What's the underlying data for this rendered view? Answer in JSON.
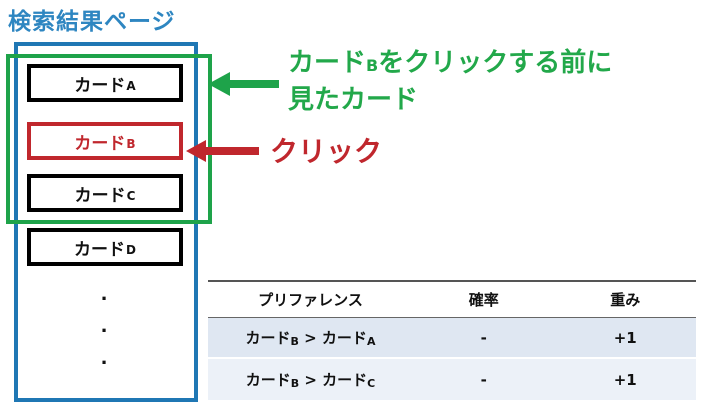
{
  "title": "検索結果ページ",
  "cards": [
    {
      "label": "カード",
      "sub": "A"
    },
    {
      "label": "カード",
      "sub": "B"
    },
    {
      "label": "カード",
      "sub": "C"
    },
    {
      "label": "カード",
      "sub": "D"
    }
  ],
  "dots": [
    ".",
    ".",
    "."
  ],
  "seen_label": {
    "line1_prefix": "カード",
    "line1_sub": "B",
    "line1_suffix": "をクリックする前に",
    "line2": "見たカード"
  },
  "click_label": "クリック",
  "colors": {
    "title": "#2e86c1",
    "blue_frame": "#1f77b4",
    "green": "#1ea34a",
    "red": "#c0272d"
  },
  "table": {
    "headers": [
      "プリファレンス",
      "確率",
      "重み"
    ],
    "rows": [
      {
        "left": "カード",
        "left_sub": "B",
        "op": " > ",
        "right": "カード",
        "right_sub": "A",
        "prob": "-",
        "weight": "+1"
      },
      {
        "left": "カード",
        "left_sub": "B",
        "op": " > ",
        "right": "カード",
        "right_sub": "C",
        "prob": "-",
        "weight": "+1"
      }
    ]
  }
}
